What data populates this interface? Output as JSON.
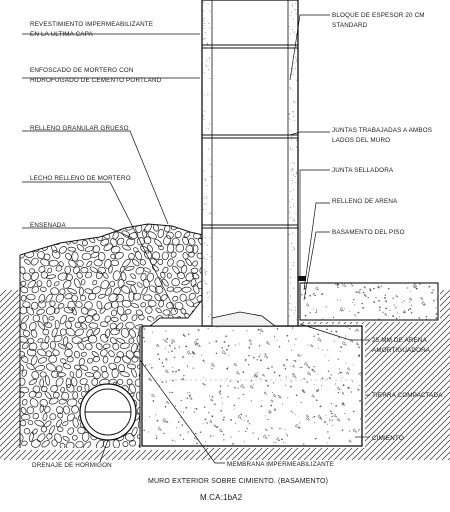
{
  "labels_left": {
    "revestimiento_1": "REVESTIMIENTO IMPERMEABILIZANTE",
    "revestimiento_2": "EN LA ULTIMA CAPA",
    "enfoscado_1": "ENFOSCADO DE MORTERO CON",
    "enfoscado_2": "HIDROFUGADO DE CEMENTO PORTLAND",
    "relleno_granular": "RELLENO GRANULAR GRUESO",
    "lecho": "LECHO RELLENO DE MORTERO",
    "ensenada": "ENSENADA",
    "drenaje": "DRENAJE DE HORMIGON"
  },
  "labels_right": {
    "bloque_1": "BLOQUE DE ESPESOR 20 CM",
    "bloque_2": "STANDARD",
    "juntas_1": "JUNTAS TRABAJADAS A AMBOS",
    "juntas_2": "LADOS DEL MURO",
    "junta_selladora": "JUNTA SELLADORA",
    "relleno_arena": "RELLENO DE ARENA",
    "basamento_piso": "BASAMENTO DEL PISO",
    "arena_1": "25 MM DE ARENA",
    "arena_2": "AMORTIGUADORA",
    "tierra": "TIERRA COMPACTADA",
    "cimiento": "CIMIENTO"
  },
  "label_bottom": {
    "membrana": "MEMBRANA IMPERMEABILIZANTE"
  },
  "caption": "MURO EXTERIOR SOBRE CIMIENTO. (BASAMENTO)",
  "code": "M.CA:1bA2"
}
